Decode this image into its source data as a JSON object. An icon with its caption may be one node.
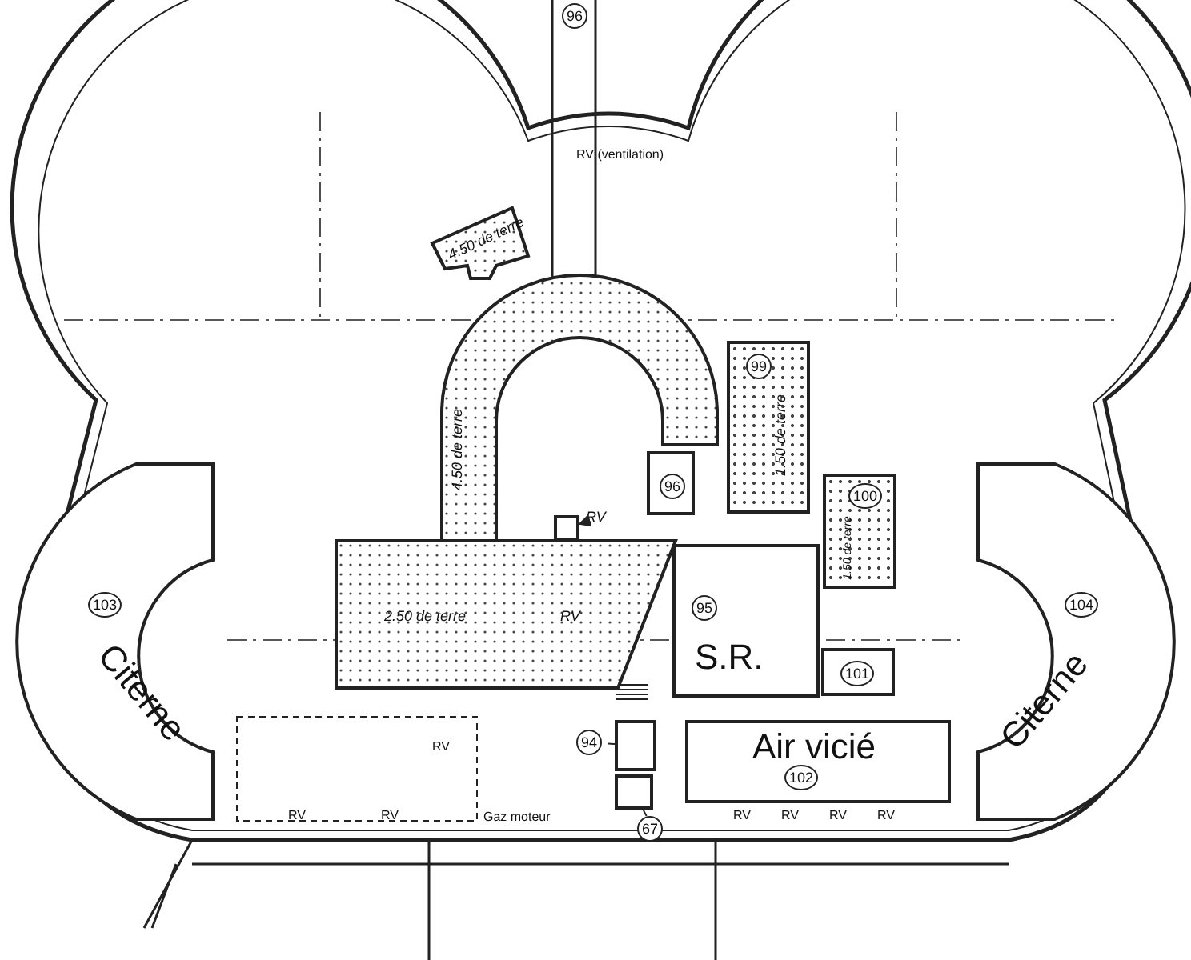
{
  "diagram": {
    "nodes": [
      {
        "text": [
          "4.50 de terre"
        ]
      },
      {
        "text": [
          "4.50 de terre"
        ]
      },
      {
        "text": [
          "96"
        ]
      },
      {
        "text": [
          "99",
          "1.50 de terre"
        ]
      },
      {
        "text": [
          "100",
          "1.50 de terre"
        ]
      },
      {
        "text": [
          "2.50 de terre",
          "RV"
        ]
      },
      {
        "text": [
          "95",
          "S.R."
        ]
      },
      {
        "text": [
          "101"
        ]
      },
      {
        "text": [
          "Air vicié",
          "102"
        ]
      },
      {
        "text": [
          "103",
          "Citerne"
        ]
      },
      {
        "text": [
          "104",
          "Citerne"
        ]
      },
      {
        "text": [
          "94"
        ]
      },
      {
        "text": [],
        "shape": "box"
      },
      {
        "text": [
          "67"
        ]
      },
      {
        "text": [],
        "shape": "box"
      },
      {
        "text": [
          "RV"
        ]
      },
      {
        "text": [],
        "shape": "box"
      },
      {
        "text": [
          "96"
        ]
      }
    ],
    "edges": [
      {
        "from": 11,
        "to": 12,
        "arrow": "none"
      },
      {
        "from": 13,
        "to": 14,
        "arrow": "none"
      },
      {
        "from": 15,
        "to": 16,
        "arrow": "to"
      }
    ],
    "labels": [
      "RV (ventilation)",
      "RV",
      "RV",
      "RV",
      "Gaz moteur",
      "RV",
      "RV",
      "RV",
      "RV"
    ]
  }
}
